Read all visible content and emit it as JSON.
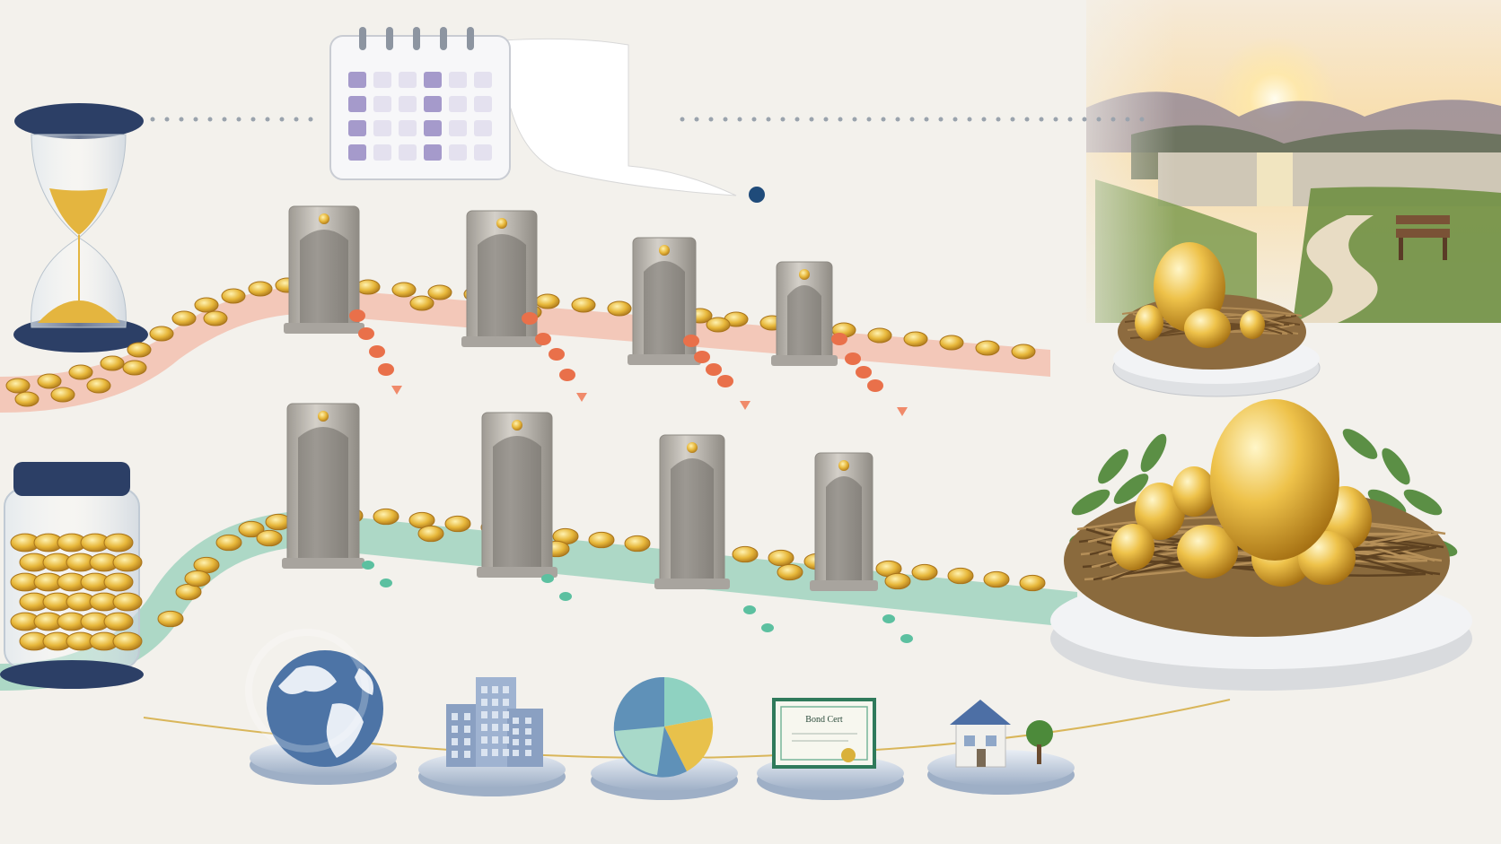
{
  "scene": {
    "colors": {
      "background": "#f3f1ec",
      "high_fee_stream": "#f2a58f",
      "low_fee_stream": "#7fc8ae",
      "coin_gold": "#e7b73a",
      "fee_coin_orange": "#e9704a",
      "fee_coin_green": "#5cc0a0",
      "gate_stone": "#b9b5ae",
      "jar_lid_navy": "#2c3f66",
      "platform_blue": "#b9c6d8",
      "calendar_purple": "#a59acb"
    },
    "icons": {
      "timer": "hourglass-icon",
      "calendar": "calendar-icon",
      "savings": "coin-jar-icon",
      "retirement": "sunset-lake-icon",
      "outcome": "golden-nest-egg-icon"
    },
    "streams": {
      "high_fee": {
        "gates": 4,
        "nest_egg_count": 4
      },
      "low_fee": {
        "gates": 4,
        "nest_egg_count": 7
      }
    },
    "asset_platforms": [
      {
        "icon": "globe-icon"
      },
      {
        "icon": "buildings-icon"
      },
      {
        "icon": "pie-chart-icon"
      },
      {
        "icon": "certificate-icon",
        "label": "Bond Cert"
      },
      {
        "icon": "house-icon"
      }
    ]
  }
}
